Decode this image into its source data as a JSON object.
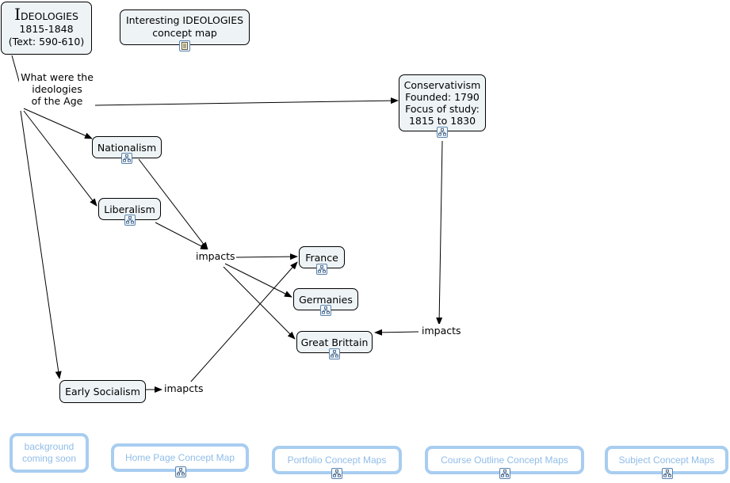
{
  "title_node": {
    "big_letter": "I",
    "rest": "DEOLOGIES",
    "line2": "1815-1848",
    "line3": "(Text: 590-610)"
  },
  "info_node": {
    "line1": "Interesting IDEOLOGIES",
    "line2": "concept map"
  },
  "question_phrase": {
    "line1": "What were the",
    "line2": "ideologies",
    "line3": "of the Age"
  },
  "conservatism_node": {
    "line1": "Conservativism",
    "line2": "Founded: 1790",
    "line3": "Focus of study:",
    "line4": "1815 to 1830"
  },
  "nodes": {
    "nationalism": "Nationalism",
    "liberalism": "Liberalism",
    "early_socialism": "Early Socialism",
    "france": "France",
    "germanies": "Germanies",
    "great_brittain": "Great Brittain"
  },
  "phrases": {
    "impacts_left": "impacts",
    "impacts_right": "impacts",
    "imapcts": "imapcts"
  },
  "nav": {
    "background": {
      "line1": "background",
      "line2": "coming soon"
    },
    "home": "Home Page Concept Map",
    "portfolio": "Portfolio Concept Maps",
    "course_outline": "Course Outline Concept Maps",
    "subject": "Subject Concept Maps"
  },
  "icons": {
    "map_link": "concept-map-icon",
    "document_link": "document-icon"
  },
  "colors": {
    "node_fill": "#eef3f6",
    "nav_border": "#a8cdf0",
    "nav_text": "#8fbde9",
    "icon_border": "#5a84ad"
  }
}
